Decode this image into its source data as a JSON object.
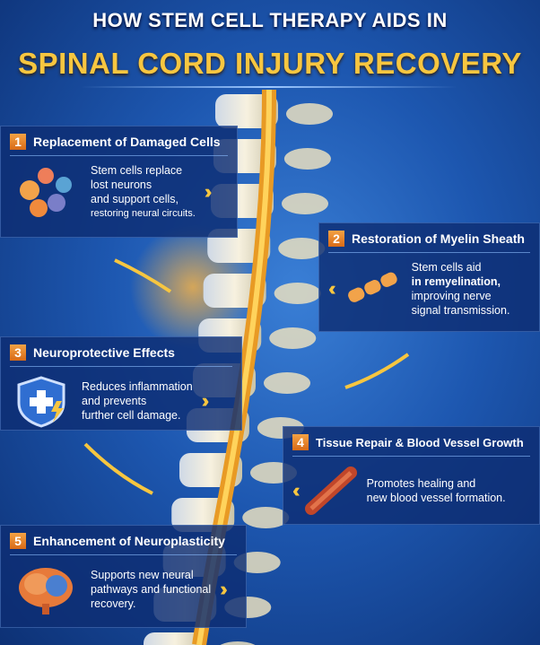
{
  "header": {
    "title_line1": "HOW STEM CELL THERAPY AIDS IN",
    "title_line2": "SPINAL CORD INJURY RECOVERY"
  },
  "colors": {
    "background": "#1d57b0",
    "accent": "#f7c640",
    "badge": "#e07a22",
    "panel": "#0d2d73"
  },
  "sections": [
    {
      "number": "1",
      "title": "Replacement of Damaged Cells",
      "lines": [
        "Stem cells replace",
        "lost neurons",
        "and support cells,",
        "restoring neural circuits."
      ],
      "icon": "stem-cells-icon"
    },
    {
      "number": "2",
      "title": "Restoration of Myelin Sheath",
      "lines": [
        "Stem cells aid",
        "in remyelination,",
        "improving nerve",
        "signal transmission."
      ],
      "icon": "myelin-sheath-icon"
    },
    {
      "number": "3",
      "title": "Neuroprotective Effects",
      "lines": [
        "Reduces inflammation",
        "and prevents",
        "further cell damage."
      ],
      "icon": "shield-icon"
    },
    {
      "number": "4",
      "title": "Tissue Repair & Blood Vessel Growth",
      "lines": [
        "Promotes healing and",
        "new blood vessel formation."
      ],
      "icon": "blood-vessel-icon"
    },
    {
      "number": "5",
      "title": "Enhancement of Neuroplasticity",
      "lines": [
        "Supports new neural",
        "pathways and functional",
        "recovery."
      ],
      "icon": "brain-icon"
    }
  ]
}
